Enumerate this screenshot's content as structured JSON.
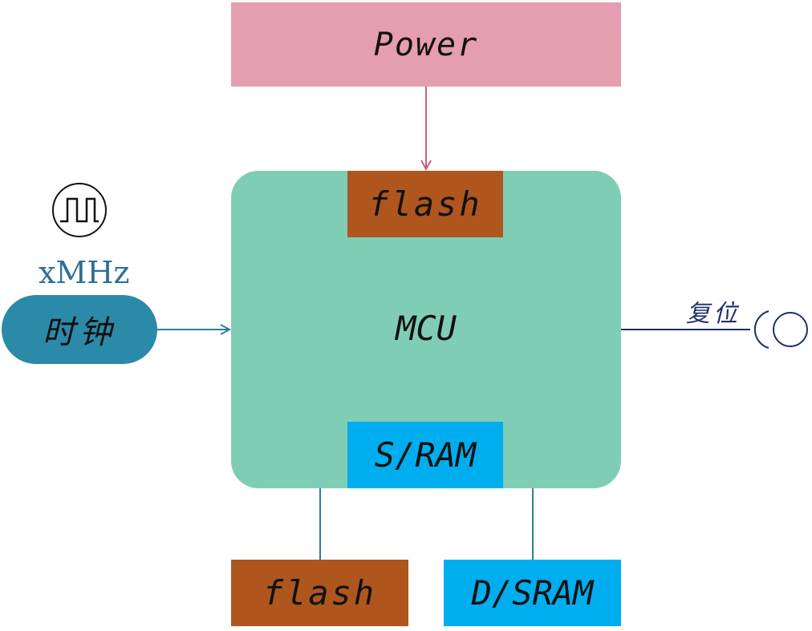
{
  "diagram": {
    "power_label": "Power",
    "mcu_label": "MCU",
    "internal_flash_label": "flash",
    "internal_sram_label": "S/RAM",
    "external_flash_label": "flash",
    "external_dsram_label": "D/SRAM",
    "clock_label": "时钟",
    "clock_freq_label": "xMHz",
    "reset_label": "复位",
    "icons": {
      "clock": "square-wave-icon",
      "reset": "reset-button-icon"
    }
  }
}
